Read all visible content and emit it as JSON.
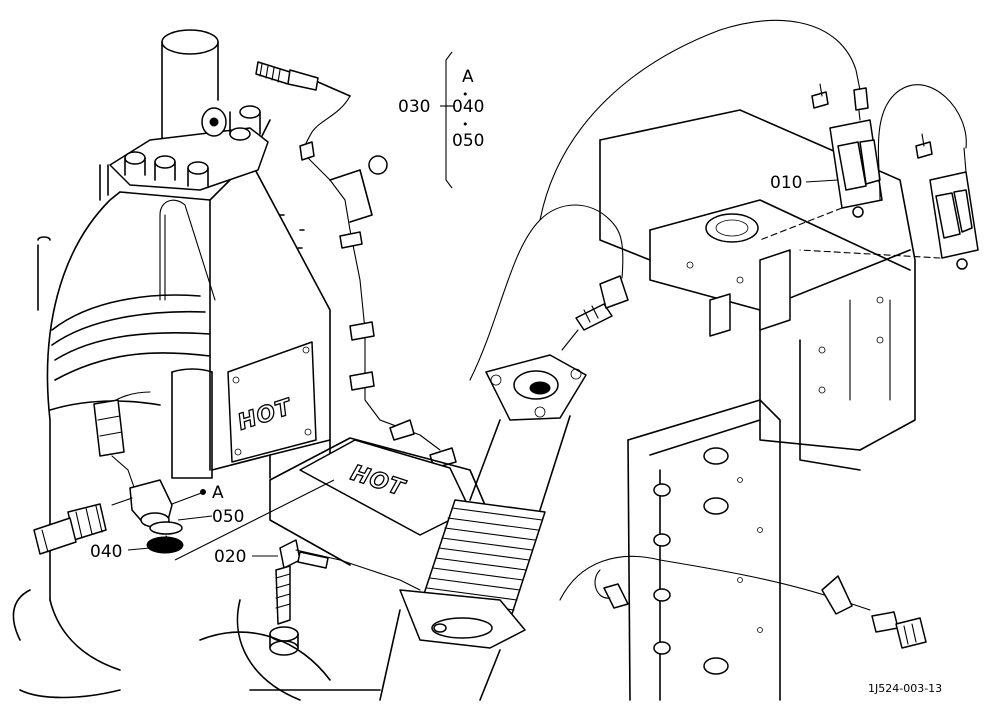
{
  "callouts": {
    "part_010": "010",
    "part_020": "020",
    "part_030": "030",
    "part_040": "040",
    "part_050": "050",
    "marker_a": "A"
  },
  "group_030": {
    "marker": "A",
    "first": "040",
    "second": "050",
    "separator": "•"
  },
  "decals": {
    "hot_upper": "HOT",
    "hot_lower": "HOT"
  },
  "drawing_ref": "1J524-003-13"
}
